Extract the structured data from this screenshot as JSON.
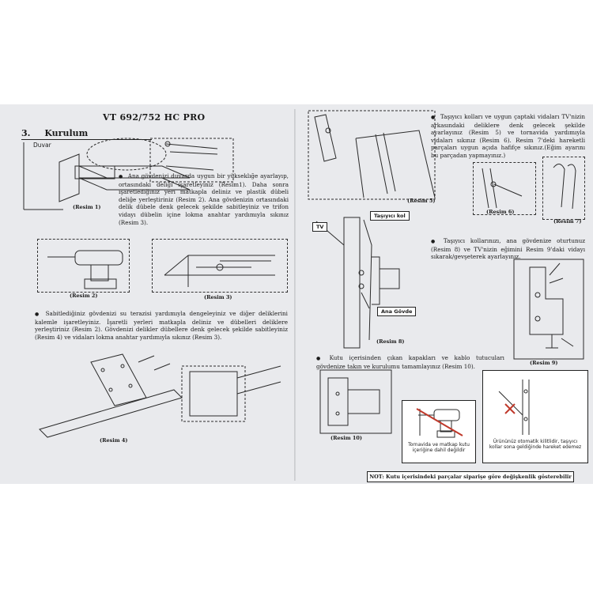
{
  "header": {
    "model": "VT 692/752 HC PRO"
  },
  "section": {
    "number": "3.",
    "title": "Kurulum"
  },
  "labels": {
    "duvar": "Duvar",
    "tv": "TV",
    "tasiyici_kol": "Taşıyıcı kol",
    "ana_govde": "Ana Gövde"
  },
  "captions": {
    "r1": "(Resim 1)",
    "r2": "(Resim 2)",
    "r3": "(Resim 3)",
    "r4": "(Resim 4)",
    "r5": "(Resim 5)",
    "r6": "(Resim 6)",
    "r7": "(Resim 7)",
    "r8": "(Resim 8)",
    "r9": "(Resim 9)",
    "r10": "(Resim 10)"
  },
  "paragraphs": {
    "p1": "Ana gövdenizi duvarda uygun bir yükseklığe ayarlayıp, ortasındaki deliği işaretleyiniz (Resim1). Daha sonra işaretlediğiniz yeri matkapla deliniz ve plastik dübeli deliğe yerleştiriniz (Resim 2). Ana gövdenizin ortasındaki delik dübele denk gelecek şekilde sabitleyiniz ve trifon vidayı dübelin içine lokma anahtar yardımıyla sıkınız (Resim 3).",
    "p2": "Sabitlediğiniz gövdenizi su terazisi yardımıyla dengeleyiniz ve diğer deliklerini kalemle işaretleyiniz. İşaretli yerleri matkapla deliniz ve dübelleri deliklere yerleştiriniz (Resim 2). Gövdenizi delikler dübellere denk gelecek şekilde sabitleyiniz (Resim 4) ve vidaları lokma anahtar yardımıyla sıkınız (Resim 3).",
    "p3": "Taşıyıcı kolları ve uygun çaptaki vidaları TV'nizin arkasındaki deliklere denk gelecek şekilde ayarlayınız (Resim 5) ve tornavida yardımıyla vidaları sıkınız (Resim 6). Resim 7'deki hareketli parçaları uygun açıda hafifçe sıkınız.(Eğim ayarını bu parçadan yapmayınız.)",
    "p4": "Taşıyıcı kollarınızı, ana gövdenize oturtunuz (Resim 8) ve TV'nizin eğimini Resim 9'daki vidayı sıkarak/gevşeterek ayarlayınız.",
    "p5": "Kutu içerisinden çıkan kapakları ve kablo tutucuları gövdenize takın ve kurulumu tamamlayınız (Resim 10)."
  },
  "boxes": {
    "tools": "Tornavida ve matkap kutu içeriğine dahil değildir",
    "lock": "Ürününüz otomatik kilitlidir, taşıyıcı kollar sona geldiğinde hareket edemez"
  },
  "footer_note": "NOT: Kutu içerisindeki parçalar siparişe göre değişkenlik gösterebilir"
}
